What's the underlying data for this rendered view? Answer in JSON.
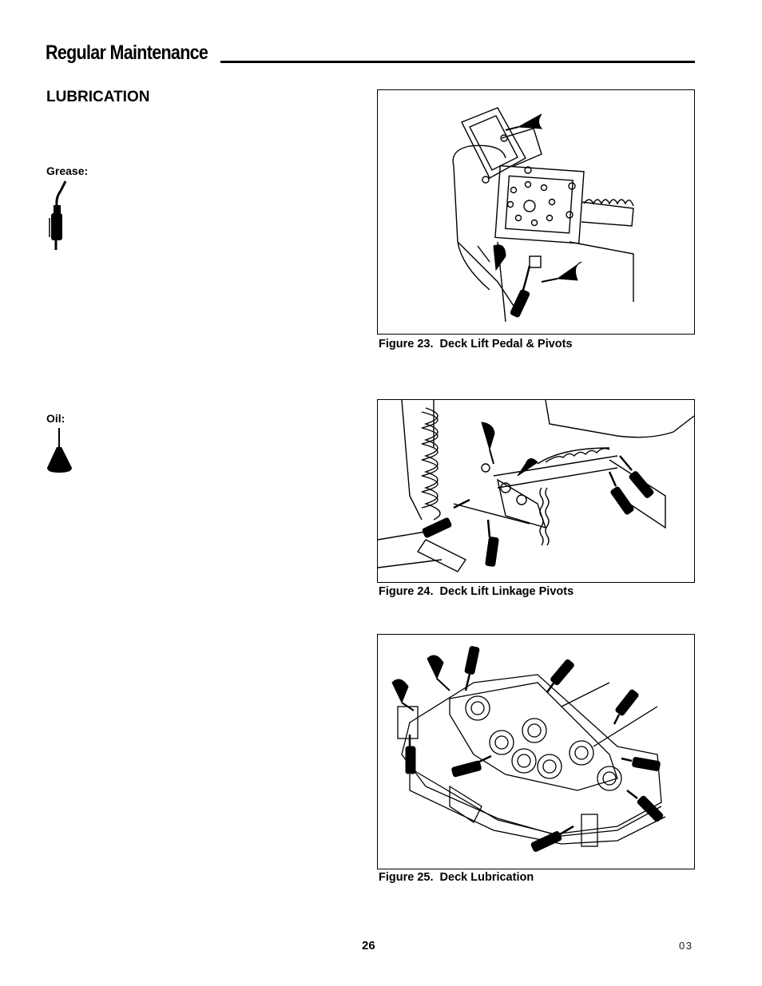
{
  "header": {
    "title": "Regular Maintenance"
  },
  "section": {
    "title": "LUBRICATION"
  },
  "legend": {
    "grease_label": "Grease:",
    "oil_label": "Oil:",
    "grease_icon": "grease-gun-icon",
    "oil_icon": "oil-can-icon"
  },
  "figures": [
    {
      "caption": "Figure 23.  Deck Lift Pedal & Pivots"
    },
    {
      "caption": "Figure 24.  Deck Lift Linkage Pivots"
    },
    {
      "caption": "Figure 25.  Deck Lubrication"
    }
  ],
  "footer": {
    "page_number": "26",
    "code": "03"
  }
}
